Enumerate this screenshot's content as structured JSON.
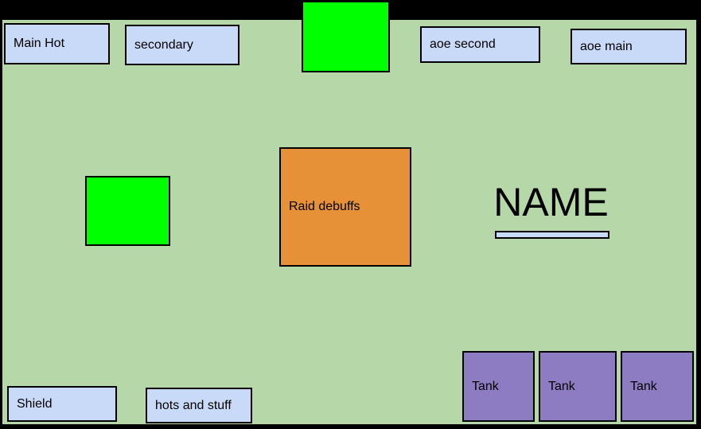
{
  "diagram": {
    "description": "healer UI layout sketch",
    "colors": {
      "frame": "#000000",
      "canvas_background": "#b6d7a8",
      "panel_blue": "#c9daf8",
      "bright_green": "#00ff00",
      "orange": "#e69138",
      "purple": "#8e7cc3",
      "border": "#000000",
      "text": "#000000"
    },
    "panels": {
      "main_hot": "Main Hot",
      "secondary": "secondary",
      "aoe_second": "aoe second",
      "aoe_main": "aoe main",
      "raid_debuffs": "Raid debuffs",
      "name": "NAME",
      "shield": "Shield",
      "hots_and_stuff": "hots and stuff",
      "tanks": [
        "Tank",
        "Tank",
        "Tank"
      ]
    }
  }
}
